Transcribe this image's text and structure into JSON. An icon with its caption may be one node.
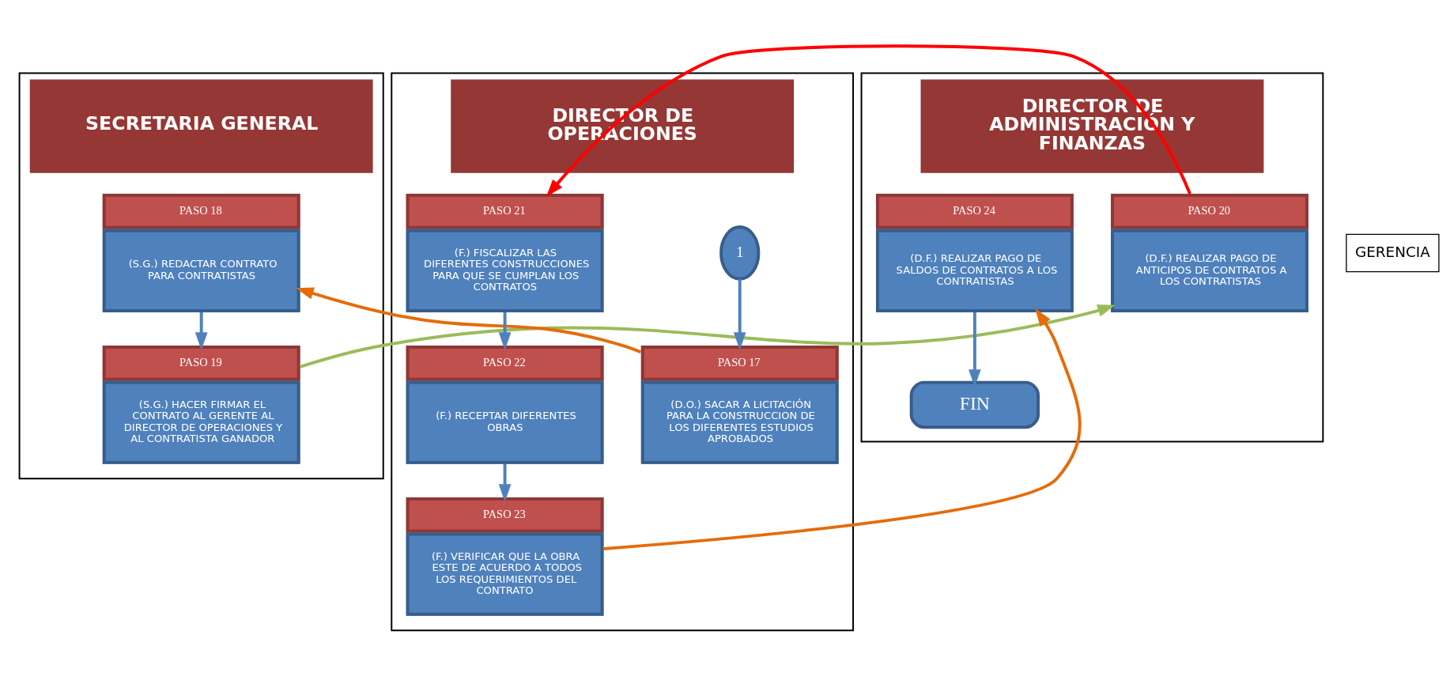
{
  "diagram": {
    "nodes": [
      {
        "text": [
          "SECRETARIA GENERAL"
        ]
      },
      {
        "text": [
          "DIRECTOR DE ADMINISTRACIÓN Y FINANZAS"
        ]
      },
      {
        "text": [
          "DIRECTOR DE OPERACIONES"
        ]
      },
      {
        "text": [
          "GERENCIA"
        ]
      },
      {
        "text": [
          "PASO 18",
          "(S.G.) REDACTAR CONTRATO PARA CONTRATISTAS"
        ],
        "in": 0
      },
      {
        "text": [
          "PASO 19",
          "(S.G.) HACER FIRMAR EL CONTRATO AL GERENTE AL DIRECTOR DE OPERACIONES Y AL CONTRATISTA GANADOR"
        ],
        "in": 0
      },
      {
        "text": [
          "PASO 20",
          "(D.F.) REALIZAR PAGO DE ANTICIPOS DE CONTRATOS A LOS CONTRATISTAS"
        ],
        "in": 1
      },
      {
        "text": [
          "PASO 24",
          "(D.F.) REALIZAR PAGO DE SALDOS DE CONTRATOS A LOS CONTRATISTAS"
        ],
        "in": 1
      },
      {
        "text": [
          "FIN"
        ],
        "in": 1
      },
      {
        "text": [
          "1"
        ],
        "in": 2
      },
      {
        "text": [
          "PASO 17",
          "(D.O.) SACAR A LICITACIÓN PARA LA CONSTRUCCION DE LOS DIFERENTES ESTUDIOS APROBADOS"
        ],
        "in": 2
      },
      {
        "text": [
          "PASO 21",
          "(F.) FISCALIZAR LAS DIFERENTES CONSTRUCCIONES PARA QUE SE CUMPLAN LOS CONTRATOS"
        ],
        "in": 2
      },
      {
        "text": [
          "PASO 22",
          "(F.) RECEPTAR DIFERENTES OBRAS"
        ],
        "in": 2
      },
      {
        "text": [
          "PASO 23",
          "(F.) VERIFICAR QUE LA OBRA ESTE DE ACUERDO A TODOS LOS REQUERIMIENTOS DEL CONTRATO"
        ],
        "in": 2
      }
    ],
    "edges": [
      {
        "from": 9,
        "to": 10,
        "arrow": "to"
      },
      {
        "from": 10,
        "to": 4,
        "arrow": "to",
        "color": "#e46c0a"
      },
      {
        "from": 4,
        "to": 5,
        "arrow": "to"
      },
      {
        "from": 5,
        "to": 6,
        "arrow": "to",
        "color": "#9bbb59"
      },
      {
        "from": 6,
        "to": 11,
        "arrow": "to",
        "color": "#ff0000"
      },
      {
        "from": 11,
        "to": 12,
        "arrow": "to"
      },
      {
        "from": 12,
        "to": 13,
        "arrow": "to"
      },
      {
        "from": 13,
        "to": 7,
        "arrow": "to",
        "color": "#e46c0a"
      },
      {
        "from": 7,
        "to": 8,
        "arrow": "to"
      }
    ]
  }
}
